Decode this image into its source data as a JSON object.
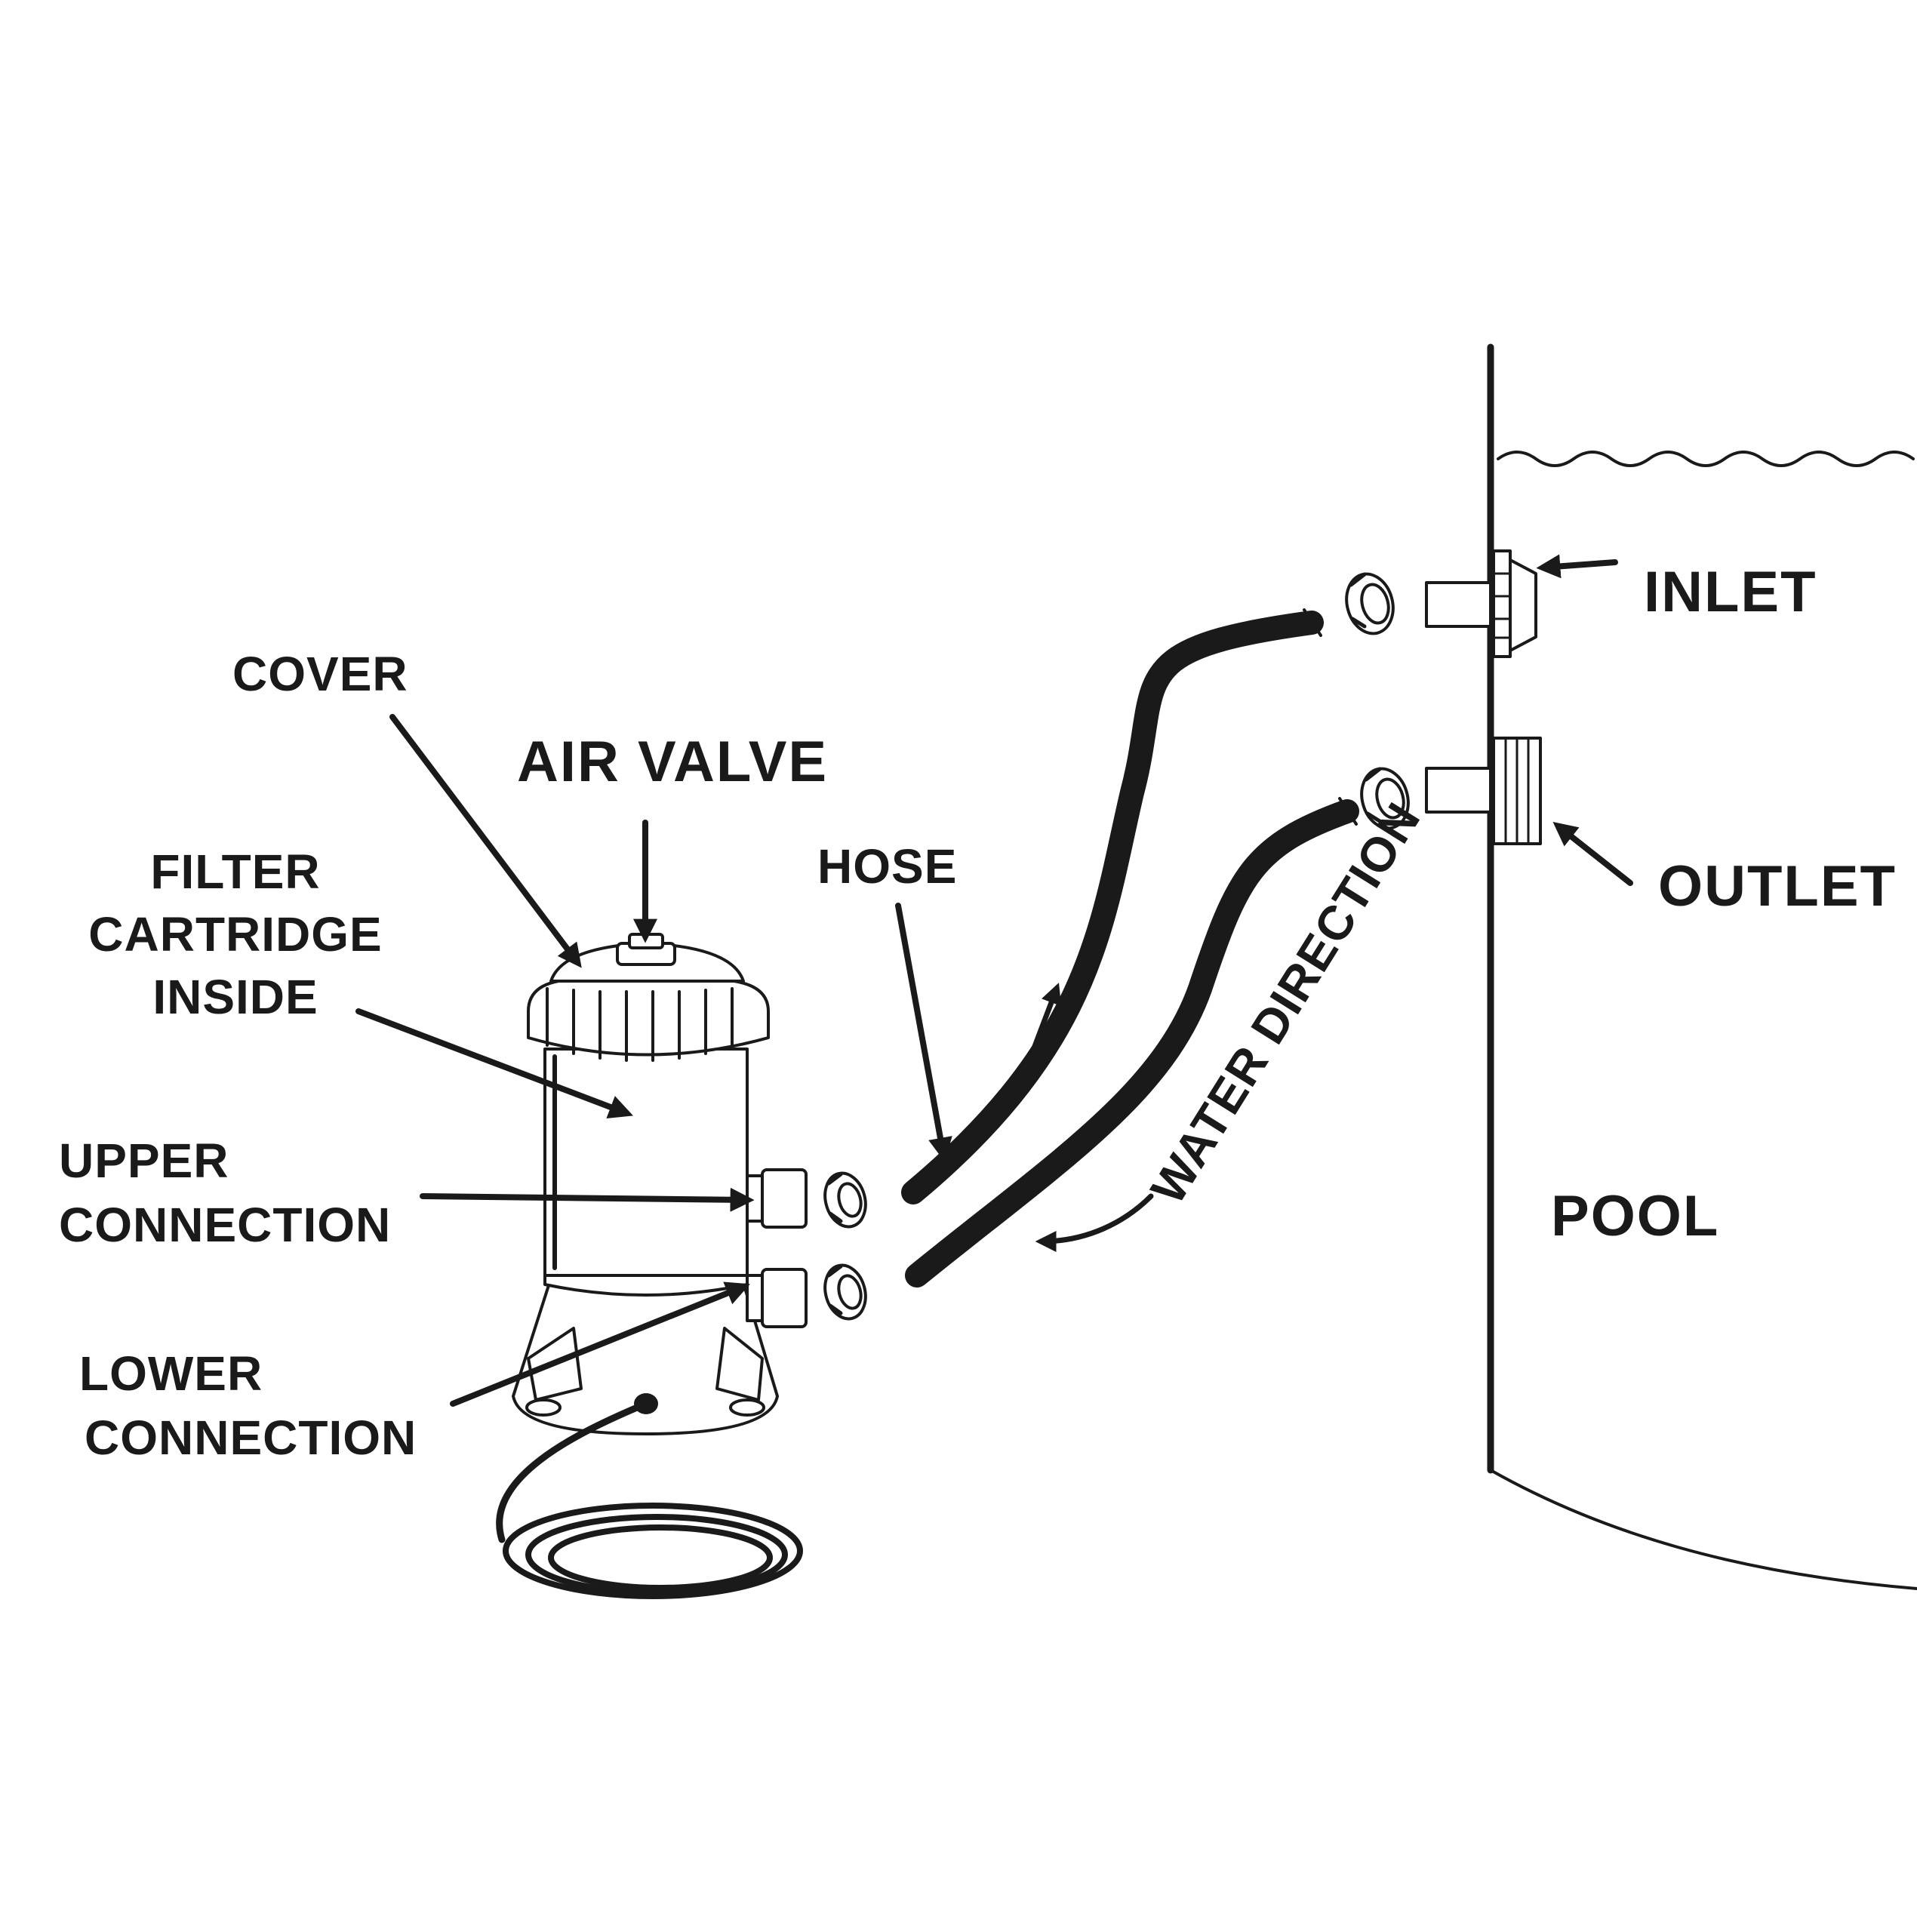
{
  "labels": {
    "cover": "COVER",
    "air_valve": "AIR VALVE",
    "filter_line1": "FILTER",
    "filter_line2": "CARTRIDGE",
    "filter_line3": "INSIDE",
    "hose": "HOSE",
    "upper_line1": "UPPER",
    "upper_line2": "CONNECTION",
    "lower_line1": "LOWER",
    "lower_line2": "CONNECTION",
    "inlet": "INLET",
    "outlet": "OUTLET",
    "water_direction": "WATER DIRECTION",
    "pool": "POOL"
  },
  "colors": {
    "ink": "#1a1a1a",
    "background": "#ffffff"
  }
}
